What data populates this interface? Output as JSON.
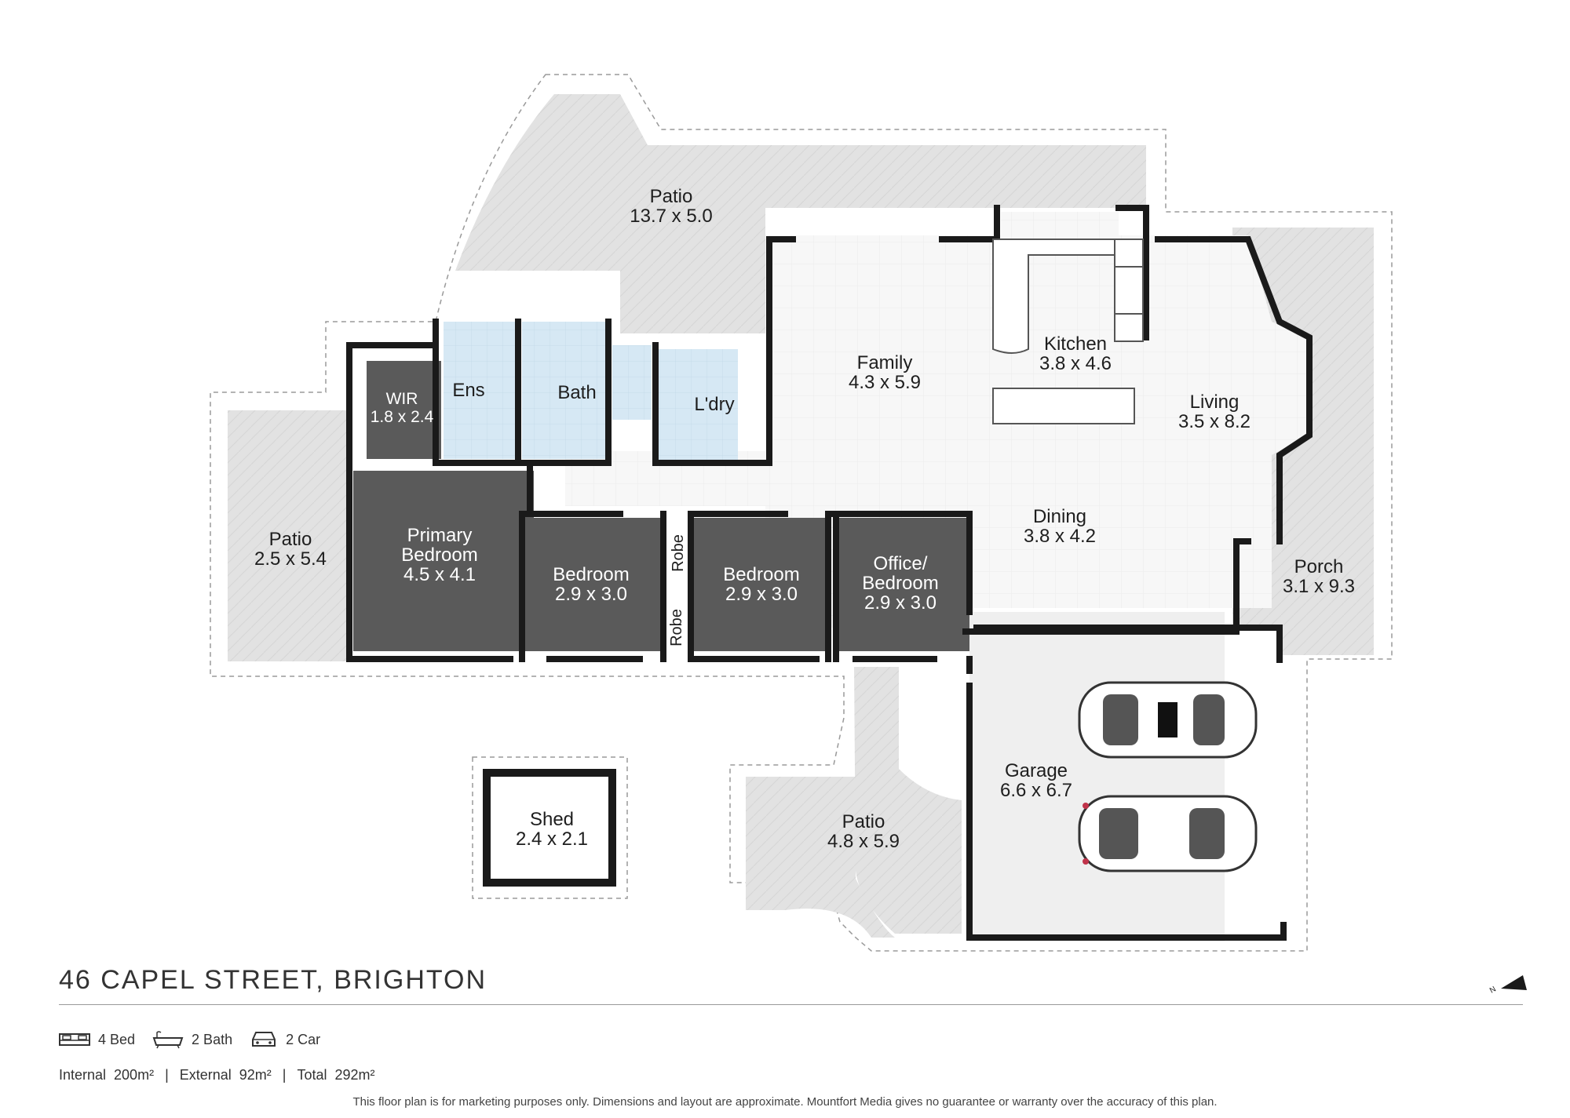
{
  "address": "46 CAPEL STREET, BRIGHTON",
  "features": [
    {
      "icon": "bed-icon",
      "label": "4 Bed"
    },
    {
      "icon": "bath-icon",
      "label": "2 Bath"
    },
    {
      "icon": "car-icon",
      "label": "2 Car"
    }
  ],
  "areas": {
    "internal": "Internal  200m²",
    "external": "External  92m²",
    "total": "Total  292m²",
    "separator": "|"
  },
  "disclaimer": "This floor plan is for marketing purposes only. Dimensions and layout are approximate. Mountfort Media gives no guarantee or warranty over the accuracy of this plan.",
  "compass": {
    "label": "N"
  },
  "colors": {
    "wall": "#1a1a1a",
    "outdoor": "#e2e2e2",
    "bedroom": "#5a5a5a",
    "wet": "#d6e8f4",
    "living": "#f7f7f7"
  },
  "rooms": {
    "patio_top": {
      "name": "Patio",
      "dims": "13.7 x 5.0"
    },
    "patio_left": {
      "name": "Patio",
      "dims": "2.5 x 5.4"
    },
    "patio_bottom": {
      "name": "Patio",
      "dims": "4.8 x 5.9"
    },
    "wir": {
      "name": "WIR",
      "dims": "1.8 x 2.4"
    },
    "ens": {
      "name": "Ens"
    },
    "bath": {
      "name": "Bath"
    },
    "laundry": {
      "name": "L'dry"
    },
    "family": {
      "name": "Family",
      "dims": "4.3 x 5.9"
    },
    "kitchen": {
      "name": "Kitchen",
      "dims": "3.8 x 4.6"
    },
    "living": {
      "name": "Living",
      "dims": "3.5 x 8.2"
    },
    "dining": {
      "name": "Dining",
      "dims": "3.8 x 4.2"
    },
    "primary": {
      "name1": "Primary",
      "name2": "Bedroom",
      "dims": "4.5 x 4.1"
    },
    "bedroom2": {
      "name": "Bedroom",
      "dims": "2.9 x 3.0"
    },
    "bedroom3": {
      "name": "Bedroom",
      "dims": "2.9 x 3.0"
    },
    "office": {
      "name1": "Office/",
      "name2": "Bedroom",
      "dims": "2.9 x 3.0"
    },
    "robe1": {
      "name": "Robe"
    },
    "robe2": {
      "name": "Robe"
    },
    "porch": {
      "name": "Porch",
      "dims": "3.1 x 9.3"
    },
    "garage": {
      "name": "Garage",
      "dims": "6.6 x 6.7"
    },
    "shed": {
      "name": "Shed",
      "dims": "2.4 x 2.1"
    }
  }
}
